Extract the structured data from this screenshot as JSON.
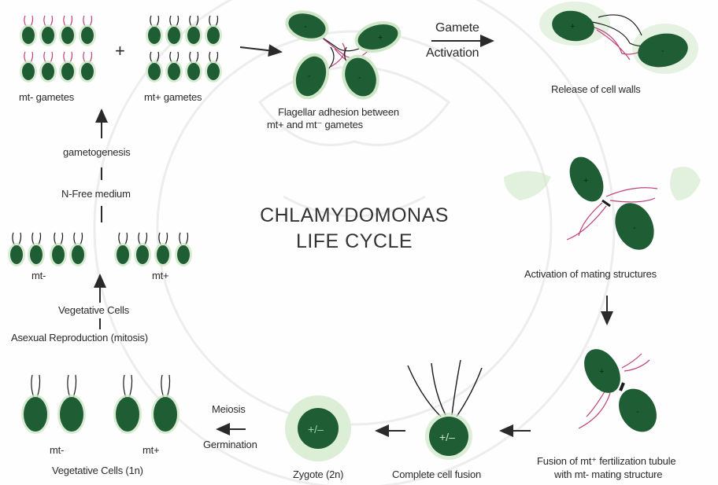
{
  "title": {
    "line1": "CHLAMYDOMONAS",
    "line2": "LIFE CYCLE"
  },
  "labels": {
    "mt_minus_gametes": "mt- gametes",
    "mt_plus_gametes": "mt+ gametes",
    "plus_sign": "+",
    "flagellar_adhesion_1": "Flagellar adhesion between",
    "flagellar_adhesion_2": "mt+ and mt⁻ gametes",
    "gamete_activation_1": "Gamete",
    "gamete_activation_2": "Activation",
    "release_cell_walls": "Release of cell walls",
    "gametogenesis": "gametogenesis",
    "n_free_medium": "N-Free medium",
    "activation_mating": "Activation of mating structures",
    "mt_minus": "mt-",
    "mt_plus": "mt+",
    "vegetative_cells": "Vegetative Cells",
    "asexual_reproduction": "Asexual Reproduction (mitosis)",
    "meiosis": "Meiosis",
    "germination": "Germination",
    "veg_mt_minus": "mt-",
    "veg_mt_plus": "mt+",
    "vegetative_cells_1n": "Vegetative Cells (1n)",
    "zygote_2n": "Zygote (2n)",
    "complete_fusion": "Complete cell fusion",
    "fusion_tubule_1": "Fusion of mt⁺ fertilization tubule",
    "fusion_tubule_2": "with mt- mating structure"
  },
  "cell_marks": {
    "plus": "+",
    "minus": "-",
    "diploid": "+/–"
  },
  "colors": {
    "cell": "#1f5e34",
    "cell_light": "#2e7a46",
    "halo": "#cfe7c8",
    "flagellum": "#1a1a1a",
    "mating_structure": "#c0407a",
    "arrow": "#2a2a2a",
    "watermark": "#d9d9d9"
  }
}
